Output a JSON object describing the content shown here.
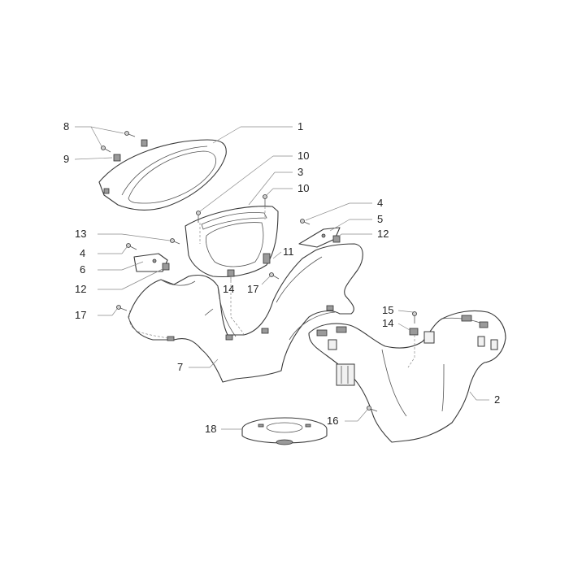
{
  "diagram": {
    "callouts": [
      {
        "id": "c1",
        "label": "1"
      },
      {
        "id": "c2",
        "label": "2"
      },
      {
        "id": "c3",
        "label": "3"
      },
      {
        "id": "c4a",
        "label": "4"
      },
      {
        "id": "c4b",
        "label": "4"
      },
      {
        "id": "c5",
        "label": "5"
      },
      {
        "id": "c6",
        "label": "6"
      },
      {
        "id": "c7",
        "label": "7"
      },
      {
        "id": "c8",
        "label": "8"
      },
      {
        "id": "c9",
        "label": "9"
      },
      {
        "id": "c10a",
        "label": "10"
      },
      {
        "id": "c10b",
        "label": "10"
      },
      {
        "id": "c11",
        "label": "11"
      },
      {
        "id": "c12a",
        "label": "12"
      },
      {
        "id": "c12b",
        "label": "12"
      },
      {
        "id": "c13",
        "label": "13"
      },
      {
        "id": "c14a",
        "label": "14"
      },
      {
        "id": "c14b",
        "label": "14"
      },
      {
        "id": "c15",
        "label": "15"
      },
      {
        "id": "c16",
        "label": "16"
      },
      {
        "id": "c17a",
        "label": "17"
      },
      {
        "id": "c17b",
        "label": "17"
      },
      {
        "id": "c18",
        "label": "18"
      }
    ]
  }
}
